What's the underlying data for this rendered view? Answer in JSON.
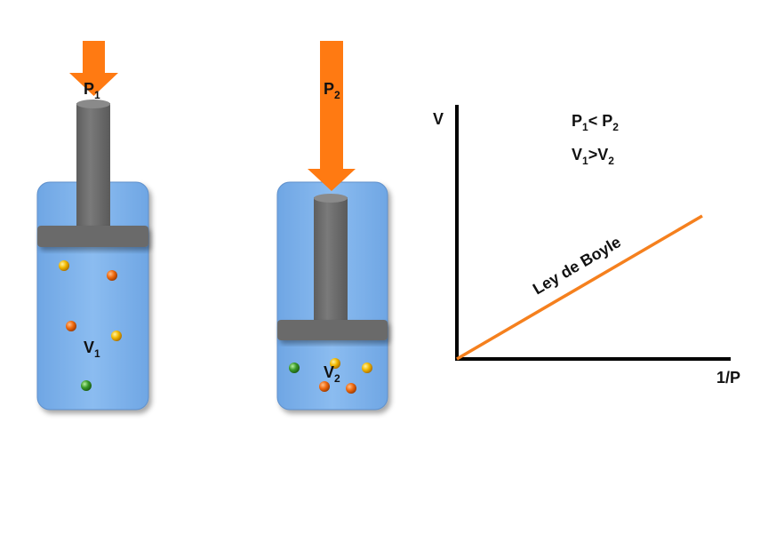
{
  "colors": {
    "container_fill": "#7fb2ea",
    "piston": "#707070",
    "arrow": "#ff7a12",
    "boyle_line": "#f5801e",
    "axes": "#000000",
    "particle_yellow": "#f2b800",
    "particle_orange": "#f06a10",
    "particle_green": "#3a9a2a"
  },
  "left_container": {
    "pressure": {
      "main": "P",
      "sub": "1"
    },
    "volume": {
      "main": "V",
      "sub": "1"
    }
  },
  "right_container": {
    "pressure": {
      "main": "P",
      "sub": "2"
    },
    "volume": {
      "main": "V",
      "sub": "2"
    }
  },
  "graph": {
    "y_axis_label": "V",
    "x_axis_label": "1/P",
    "line_label": "Ley de Boyle",
    "relation_pressure": {
      "a": "P",
      "a_sub": "1",
      "op": "< ",
      "b": "P",
      "b_sub": "2"
    },
    "relation_volume": {
      "a": "V",
      "a_sub": "1",
      "op": ">",
      "b": "V",
      "b_sub": "2"
    }
  }
}
